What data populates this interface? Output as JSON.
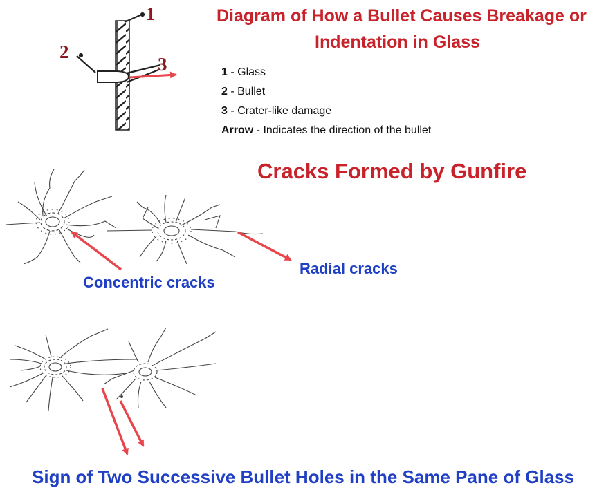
{
  "colors": {
    "red": "#c8222a",
    "blue": "#1f3fc4",
    "arrow": "#e8464d",
    "numeral": "#8a1a1f"
  },
  "diagram": {
    "title_line1": "Diagram of How a Bullet Causes Breakage or",
    "title_line2": "Indentation in Glass",
    "numbers": {
      "n1": "1",
      "n2": "2",
      "n3": "3"
    },
    "legend": [
      {
        "key": "1",
        "text": " - Glass"
      },
      {
        "key": "2",
        "text": " - Bullet"
      },
      {
        "key": "3",
        "text": " - Crater-like damage"
      },
      {
        "key": "Arrow",
        "text": " - Indicates the direction of the bullet"
      }
    ]
  },
  "cracks": {
    "heading": "Cracks Formed by Gunfire",
    "concentric_label": "Concentric cracks",
    "radial_label": "Radial cracks"
  },
  "two_holes": {
    "caption": "Sign of Two Successive Bullet Holes in the Same Pane of Glass"
  }
}
